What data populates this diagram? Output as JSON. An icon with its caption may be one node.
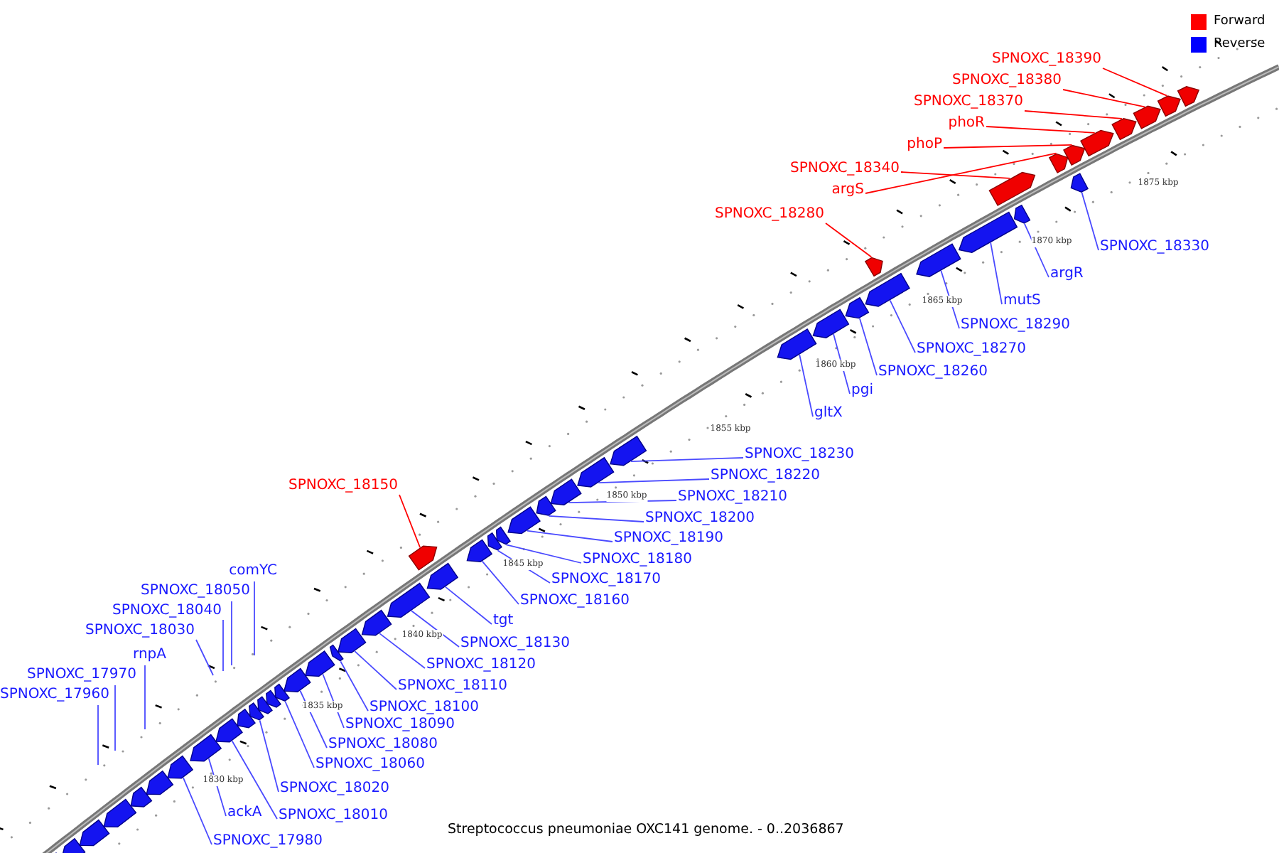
{
  "diagram": {
    "caption": "Streptococcus pneumoniae OXC141 genome. - 0..2036867",
    "nodes": [
      {
        "text": [
          "SPNOXC_18390"
        ]
      },
      {
        "text": [
          "SPNOXC_18380"
        ]
      },
      {
        "text": [
          "SPNOXC_18370"
        ]
      },
      {
        "text": [
          "phoR"
        ]
      },
      {
        "text": [
          "phoP"
        ]
      },
      {
        "text": [
          "SPNOXC_18340"
        ]
      },
      {
        "text": [
          "argS"
        ]
      },
      {
        "text": [
          "SPNOXC_18280"
        ]
      },
      {
        "text": [
          "SPNOXC_18330"
        ]
      },
      {
        "text": [
          "argR"
        ]
      },
      {
        "text": [
          "mutS"
        ]
      },
      {
        "text": [
          "SPNOXC_18290"
        ]
      },
      {
        "text": [
          "SPNOXC_18270"
        ]
      },
      {
        "text": [
          "SPNOXC_18260"
        ]
      },
      {
        "text": [
          "pgi"
        ]
      },
      {
        "text": [
          "gltX"
        ]
      },
      {
        "text": [
          "SPNOXC_18230"
        ]
      },
      {
        "text": [
          "SPNOXC_18220"
        ]
      },
      {
        "text": [
          "SPNOXC_18150"
        ]
      },
      {
        "text": [
          "SPNOXC_18210"
        ]
      },
      {
        "text": [
          "SPNOXC_18200"
        ]
      },
      {
        "text": [
          "SPNOXC_18190"
        ]
      },
      {
        "text": [
          "SPNOXC_18180"
        ]
      },
      {
        "text": [
          "comYC"
        ]
      },
      {
        "text": [
          "SPNOXC_18170"
        ]
      },
      {
        "text": [
          "SPNOXC_18050"
        ]
      },
      {
        "text": [
          "SPNOXC_18160"
        ]
      },
      {
        "text": [
          "SPNOXC_18040"
        ]
      },
      {
        "text": [
          "tgt"
        ]
      },
      {
        "text": [
          "SPNOXC_18030"
        ]
      },
      {
        "text": [
          "SPNOXC_18130"
        ]
      },
      {
        "text": [
          "rnpA"
        ]
      },
      {
        "text": [
          "SPNOXC_18120"
        ]
      },
      {
        "text": [
          "SPNOXC_17970"
        ]
      },
      {
        "text": [
          "SPNOXC_18110"
        ]
      },
      {
        "text": [
          "SPNOXC_17960"
        ]
      },
      {
        "text": [
          "SPNOXC_18100"
        ]
      },
      {
        "text": [
          "SPNOXC_18090"
        ]
      },
      {
        "text": [
          "SPNOXC_18080"
        ]
      },
      {
        "text": [
          "SPNOXC_18060"
        ]
      },
      {
        "text": [
          "SPNOXC_18020"
        ]
      },
      {
        "text": [
          "ackA"
        ]
      },
      {
        "text": [
          "SPNOXC_18010"
        ]
      },
      {
        "text": [
          "SPNOXC_17980"
        ]
      },
      {
        "text": [],
        "shape": "box"
      },
      {
        "text": [],
        "shape": "box"
      },
      {
        "text": [],
        "shape": "box"
      },
      {
        "text": [],
        "shape": "box"
      },
      {
        "text": [],
        "shape": "box"
      },
      {
        "text": [],
        "shape": "box"
      },
      {
        "text": [],
        "shape": "box"
      },
      {
        "text": [],
        "shape": "box"
      },
      {
        "text": [],
        "shape": "box"
      },
      {
        "text": [],
        "shape": "box"
      },
      {
        "text": [],
        "shape": "box"
      },
      {
        "text": [],
        "shape": "box"
      },
      {
        "text": [],
        "shape": "box"
      },
      {
        "text": [],
        "shape": "box"
      },
      {
        "text": [],
        "shape": "box"
      },
      {
        "text": [],
        "shape": "box"
      },
      {
        "text": [],
        "shape": "box"
      },
      {
        "text": [],
        "shape": "box"
      },
      {
        "text": [],
        "shape": "box"
      },
      {
        "text": [],
        "shape": "box"
      },
      {
        "text": [],
        "shape": "box"
      },
      {
        "text": [],
        "shape": "box"
      },
      {
        "text": [],
        "shape": "box"
      },
      {
        "text": [],
        "shape": "box"
      },
      {
        "text": [],
        "shape": "box"
      },
      {
        "text": [],
        "shape": "box"
      },
      {
        "text": [],
        "shape": "box"
      },
      {
        "text": [],
        "shape": "box"
      },
      {
        "text": [],
        "shape": "box"
      },
      {
        "text": [],
        "shape": "box"
      },
      {
        "text": [],
        "shape": "box"
      },
      {
        "text": [],
        "shape": "box"
      },
      {
        "text": [],
        "shape": "box"
      },
      {
        "text": [],
        "shape": "box"
      },
      {
        "text": [],
        "shape": "box"
      },
      {
        "text": [],
        "shape": "box"
      },
      {
        "text": [],
        "shape": "box"
      },
      {
        "text": [],
        "shape": "box"
      },
      {
        "text": [],
        "shape": "box"
      },
      {
        "text": [],
        "shape": "box"
      },
      {
        "text": [],
        "shape": "box"
      },
      {
        "text": [],
        "shape": "box"
      },
      {
        "text": [],
        "shape": "box"
      },
      {
        "text": [],
        "shape": "box"
      },
      {
        "text": [],
        "shape": "box"
      },
      {
        "text": [],
        "shape": "box"
      },
      {
        "text": [],
        "shape": "box"
      }
    ],
    "edges": [
      {
        "from": 0,
        "to": 89,
        "arrow": "none",
        "color": "#ff0000"
      },
      {
        "from": 1,
        "to": 88,
        "arrow": "none",
        "color": "#ff0000"
      },
      {
        "from": 2,
        "to": 87,
        "arrow": "none",
        "color": "#ff0000"
      },
      {
        "from": 3,
        "to": 86,
        "arrow": "none",
        "color": "#ff0000"
      },
      {
        "from": 4,
        "to": 85,
        "arrow": "none",
        "color": "#ff0000"
      },
      {
        "from": 5,
        "to": 81,
        "arrow": "none",
        "color": "#ff0000"
      },
      {
        "from": 6,
        "to": 83,
        "arrow": "none",
        "color": "#ff0000"
      },
      {
        "from": 7,
        "to": 78,
        "arrow": "none",
        "color": "#ff0000"
      },
      {
        "from": 8,
        "to": 84,
        "arrow": "none"
      },
      {
        "from": 9,
        "to": 82,
        "arrow": "none"
      },
      {
        "from": 10,
        "to": 80,
        "arrow": "none"
      },
      {
        "from": 11,
        "to": 79,
        "arrow": "none"
      },
      {
        "from": 12,
        "to": 77,
        "arrow": "none"
      },
      {
        "from": 13,
        "to": 76,
        "arrow": "none"
      },
      {
        "from": 14,
        "to": 75,
        "arrow": "none"
      },
      {
        "from": 15,
        "to": 74,
        "arrow": "none"
      },
      {
        "from": 16,
        "to": 73,
        "arrow": "none"
      },
      {
        "from": 17,
        "to": 72,
        "arrow": "none"
      },
      {
        "from": 18,
        "to": 65,
        "arrow": "none",
        "color": "#ff0000"
      },
      {
        "from": 19,
        "to": 71,
        "arrow": "none"
      },
      {
        "from": 20,
        "to": 70,
        "arrow": "none"
      },
      {
        "from": 21,
        "to": 69,
        "arrow": "none"
      },
      {
        "from": 22,
        "to": 68,
        "arrow": "none"
      },
      {
        "from": 23,
        "to": null,
        "arrow": "none"
      },
      {
        "from": 24,
        "to": 67,
        "arrow": "none"
      },
      {
        "from": 25,
        "to": null,
        "arrow": "none"
      },
      {
        "from": 26,
        "to": 66,
        "arrow": "none"
      },
      {
        "from": 27,
        "to": null,
        "arrow": "none"
      },
      {
        "from": 28,
        "to": 64,
        "arrow": "none"
      },
      {
        "from": 29,
        "to": null,
        "arrow": "none"
      },
      {
        "from": 30,
        "to": 63,
        "arrow": "none"
      },
      {
        "from": 31,
        "to": null,
        "arrow": "none"
      },
      {
        "from": 32,
        "to": 62,
        "arrow": "none"
      },
      {
        "from": 33,
        "to": null,
        "arrow": "none"
      },
      {
        "from": 34,
        "to": 61,
        "arrow": "none"
      },
      {
        "from": 35,
        "to": null,
        "arrow": "none"
      },
      {
        "from": 36,
        "to": 60,
        "arrow": "none"
      },
      {
        "from": 37,
        "to": 59,
        "arrow": "none"
      },
      {
        "from": 38,
        "to": 58,
        "arrow": "none"
      },
      {
        "from": 39,
        "to": 57,
        "arrow": "none"
      },
      {
        "from": 40,
        "to": 54,
        "arrow": "none"
      },
      {
        "from": 41,
        "to": 51,
        "arrow": "none"
      },
      {
        "from": 42,
        "to": 52,
        "arrow": "none"
      },
      {
        "from": 43,
        "to": 50,
        "arrow": "none"
      }
    ],
    "labels": [
      "1875 kbp",
      "1870 kbp",
      "1865 kbp",
      "1860 kbp",
      "1855 kbp",
      "1850 kbp",
      "1845 kbp",
      "1840 kbp",
      "1835 kbp",
      "1830 kbp"
    ],
    "legend": [
      {
        "text": "Forward",
        "color": "#ff0000"
      },
      {
        "text": "Reverse",
        "color": "#0000ff"
      }
    ]
  }
}
